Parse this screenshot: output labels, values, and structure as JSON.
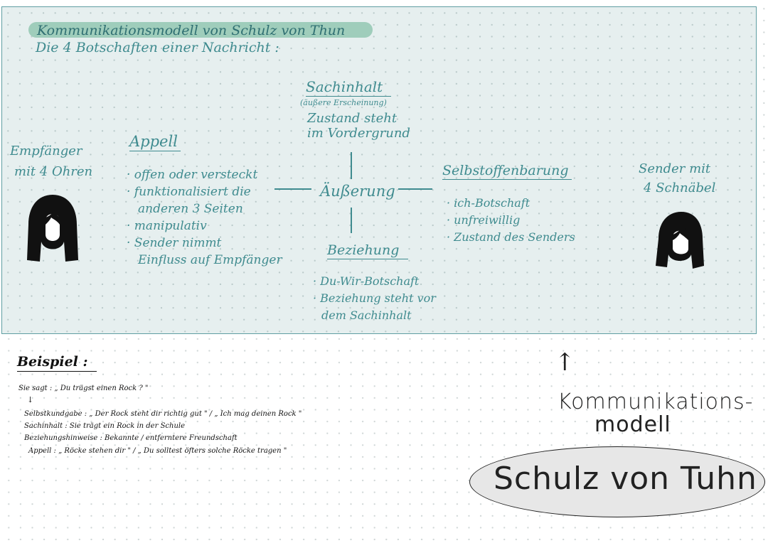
{
  "title": "Kommunikationsmodell von Schulz von Thun",
  "subtitle": "Die 4 Botschaften einer Nachricht :",
  "receiver": {
    "label_line1": "Empfänger",
    "label_line2": "mit 4 Ohren"
  },
  "sender": {
    "label_line1": "Sender mit",
    "label_line2": "4 Schnäbel"
  },
  "center": {
    "label": "Äußerung"
  },
  "sachinhalt": {
    "heading": "Sachinhalt",
    "sub": "(äußere Erscheinung)",
    "line1": "Zustand steht",
    "line2": "im Vordergrund"
  },
  "appell": {
    "heading": "Appell",
    "items": [
      "· offen oder versteckt",
      "· funktionalisiert die",
      "  anderen 3 Seiten",
      "· manipulativ",
      "· Sender nimmt",
      "  Einfluss auf Empfänger"
    ]
  },
  "selbstoffenbarung": {
    "heading": "Selbstoffenbarung",
    "items": [
      "· ich-Botschaft",
      "· unfreiwillig",
      "· Zustand des Senders"
    ]
  },
  "beziehung": {
    "heading": "Beziehung",
    "items": [
      "· Du-Wir-Botschaft",
      "· Beziehung steht vor",
      "  dem Sachinhalt"
    ]
  },
  "example": {
    "heading": "Beispiel :",
    "quote": "Sie sagt : „ Du trägst einen Rock ? \"",
    "arrow": "↓",
    "lines": [
      "Selbstkundgabe : „ Der Rock steht dir richtig gut \" / „ Ich mag deinen Rock \"",
      "Sachinhalt :  Sie trägt ein Rock in der Schule",
      "Beziehungshinweise :  Bekannte / entferntere Freundschaft",
      "Appell :  „ Röcke stehen dir \" / „ Du solltest öfters solche Röcke tragen \""
    ]
  },
  "caption": {
    "arrow": "↑",
    "line1": "Kommunikations-",
    "line2": "modell",
    "oval_text": "Schulz von Tuhn"
  },
  "colors": {
    "teal": "#3f8b8f",
    "highlight": "#9fcdbb",
    "panel": "#e6efef"
  }
}
